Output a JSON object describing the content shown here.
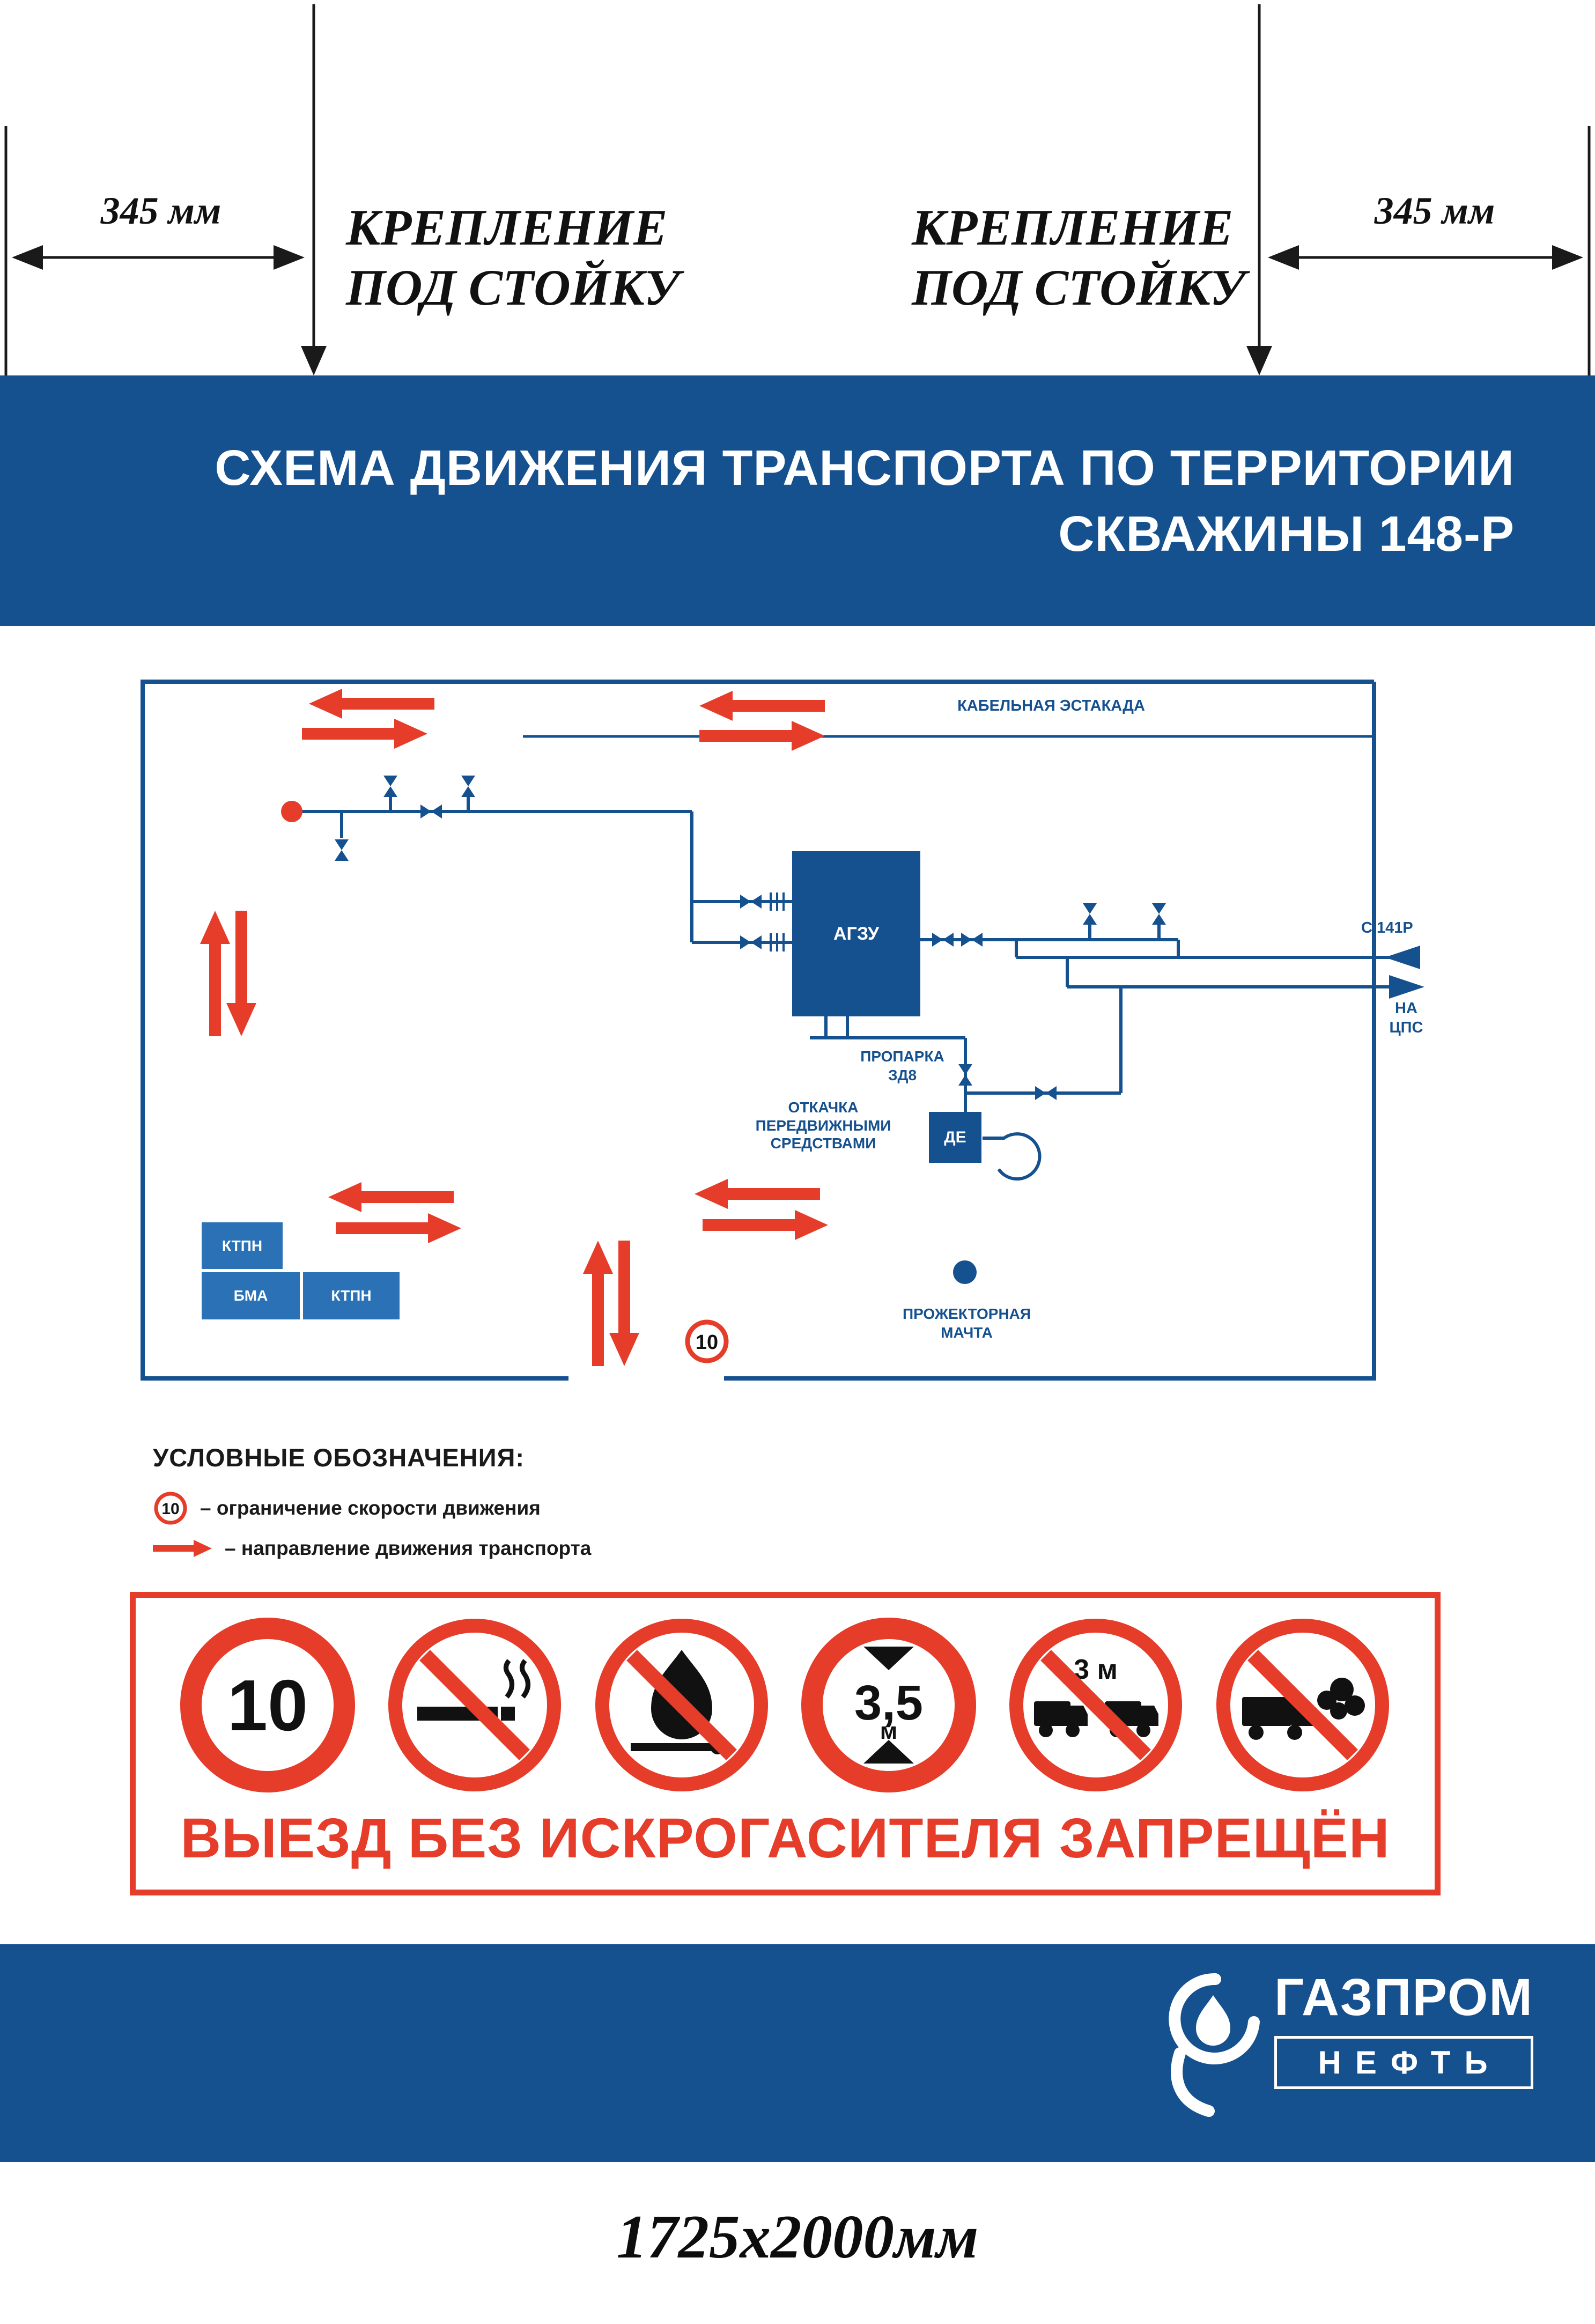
{
  "colors": {
    "primary_blue": "#15508f",
    "secondary_blue": "#2a72b5",
    "accent_red": "#e63c2a"
  },
  "top_annotations": {
    "dim_left": "345 мм",
    "dim_right": "345 мм",
    "mount_left": "КРЕПЛЕНИЕ\nПОД СТОЙКУ",
    "mount_right": "КРЕПЛЕНИЕ\nПОД СТОЙКУ"
  },
  "header": {
    "title": "СХЕМА ДВИЖЕНИЯ ТРАНСПОРТА ПО ТЕРРИТОРИИ\nСКВАЖИНЫ 148-Р"
  },
  "diagram": {
    "cable_rack": "КАБЕЛЬНАЯ ЭСТАКАДА",
    "agzu": "АГЗУ",
    "s141r": "С 141Р",
    "na_cps": "НА\nЦПС",
    "proparka": "ПРОПАРКА\nЗД8",
    "otkachka": "ОТКАЧКА\nПЕРЕДВИЖНЫМИ\nСРЕДСТВАМИ",
    "de": "ДЕ",
    "ktpn_1": "КТПН",
    "bma": "БМА",
    "ktpn_2": "КТПН",
    "mast": "ПРОЖЕКТОРНАЯ\nМАЧТА",
    "speed_limit": "10"
  },
  "legend": {
    "title": "УСЛОВНЫЕ ОБОЗНАЧЕНИЯ:",
    "speed_symbol": "10",
    "speed_text": "– ограничение скорости движения",
    "direction_text": "– направление движения транспорта"
  },
  "signs": {
    "speed": "10",
    "height": "3,5",
    "height_unit": "м",
    "distance": "3 м",
    "caption": "ВЫЕЗД БЕЗ ИСКРОГАСИТЕЛЯ ЗАПРЕЩЁН"
  },
  "footer": {
    "brand_top": "ГАЗПРОМ",
    "brand_bottom": "НЕФТЬ"
  },
  "plate": {
    "size": "1725х2000мм"
  }
}
